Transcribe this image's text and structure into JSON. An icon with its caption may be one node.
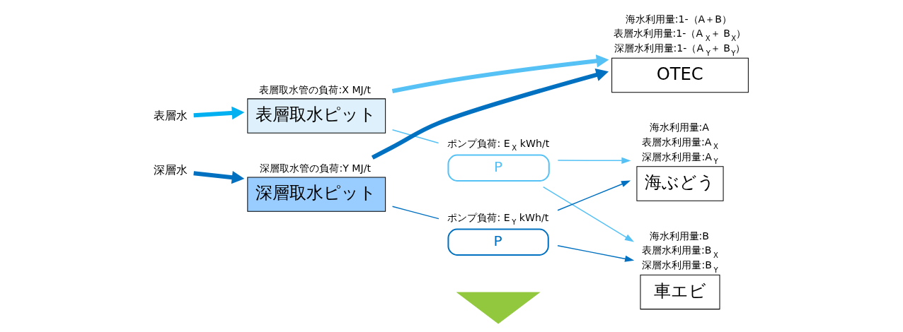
{
  "diagram": {
    "nodes": [
      {
        "text": [
          "表層水"
        ]
      },
      {
        "text": [
          "表層取水ピット"
        ],
        "beside": [
          "表層取水管の負荷:X MJ/t"
        ]
      },
      {
        "text": [
          "深層水"
        ]
      },
      {
        "text": [
          "深層取水ピット"
        ],
        "beside": [
          "深層取水管の負荷:Y MJ/t"
        ]
      },
      {
        "text": [
          "P"
        ],
        "beside": [
          "ポンプ負荷: E$_{X}$ kWh/t"
        ]
      },
      {
        "text": [
          "P"
        ],
        "beside": [
          "ポンプ負荷: E$_{Y}$ kWh/t"
        ]
      },
      {
        "text": [
          "OTEC"
        ],
        "beside": [
          "海水利用量:1-（A＋B）",
          "表層水利用量:1-（A$_{X}$＋ B$_{X}$）",
          "深層水利用量:1-（A$_{Y}$＋ B$_{Y}$）"
        ]
      },
      {
        "text": [
          "海ぶどう"
        ],
        "beside": [
          "海水利用量:A",
          "表層水利用量:A$_{X}$",
          "深層水利用量:A$_{Y}$"
        ]
      },
      {
        "text": [
          "車エビ"
        ],
        "beside": [
          "海水利用量:B",
          "表層水利用量:B$_{X}$",
          "深層水利用量:B$_{Y}$"
        ]
      },
      {
        "text": [],
        "shape": "triangle"
      }
    ],
    "edges": [
      {
        "from": 0,
        "to": 1,
        "arrow": "to",
        "style": "thick",
        "color": "#00b0f0"
      },
      {
        "from": 2,
        "to": 3,
        "arrow": "to",
        "style": "thick",
        "color": "#0070c0"
      },
      {
        "from": 1,
        "to": 6,
        "arrow": "to",
        "style": "thick",
        "color": "#55c1f5"
      },
      {
        "from": 3,
        "to": 6,
        "arrow": "to",
        "style": "thick",
        "color": "#0070c0"
      },
      {
        "from": 1,
        "to": 4,
        "arrow": "none",
        "color": "#55c1f5"
      },
      {
        "from": 4,
        "to": 7,
        "arrow": "to",
        "color": "#55c1f5"
      },
      {
        "from": 4,
        "to": 8,
        "arrow": "to",
        "color": "#55c1f5"
      },
      {
        "from": 3,
        "to": 5,
        "arrow": "none",
        "color": "#0070c0"
      },
      {
        "from": 5,
        "to": 7,
        "arrow": "to",
        "color": "#0070c0"
      },
      {
        "from": 5,
        "to": 8,
        "arrow": "to",
        "color": "#0070c0"
      }
    ]
  }
}
